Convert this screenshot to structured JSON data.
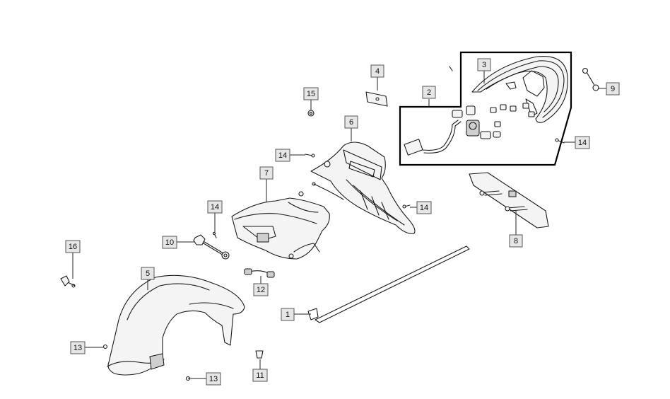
{
  "diagram": {
    "callouts": [
      "1",
      "2",
      "3",
      "4",
      "5",
      "6",
      "7",
      "8",
      "9",
      "10",
      "11",
      "12",
      "13",
      "13",
      "14",
      "14",
      "14",
      "14",
      "15",
      "16"
    ]
  }
}
